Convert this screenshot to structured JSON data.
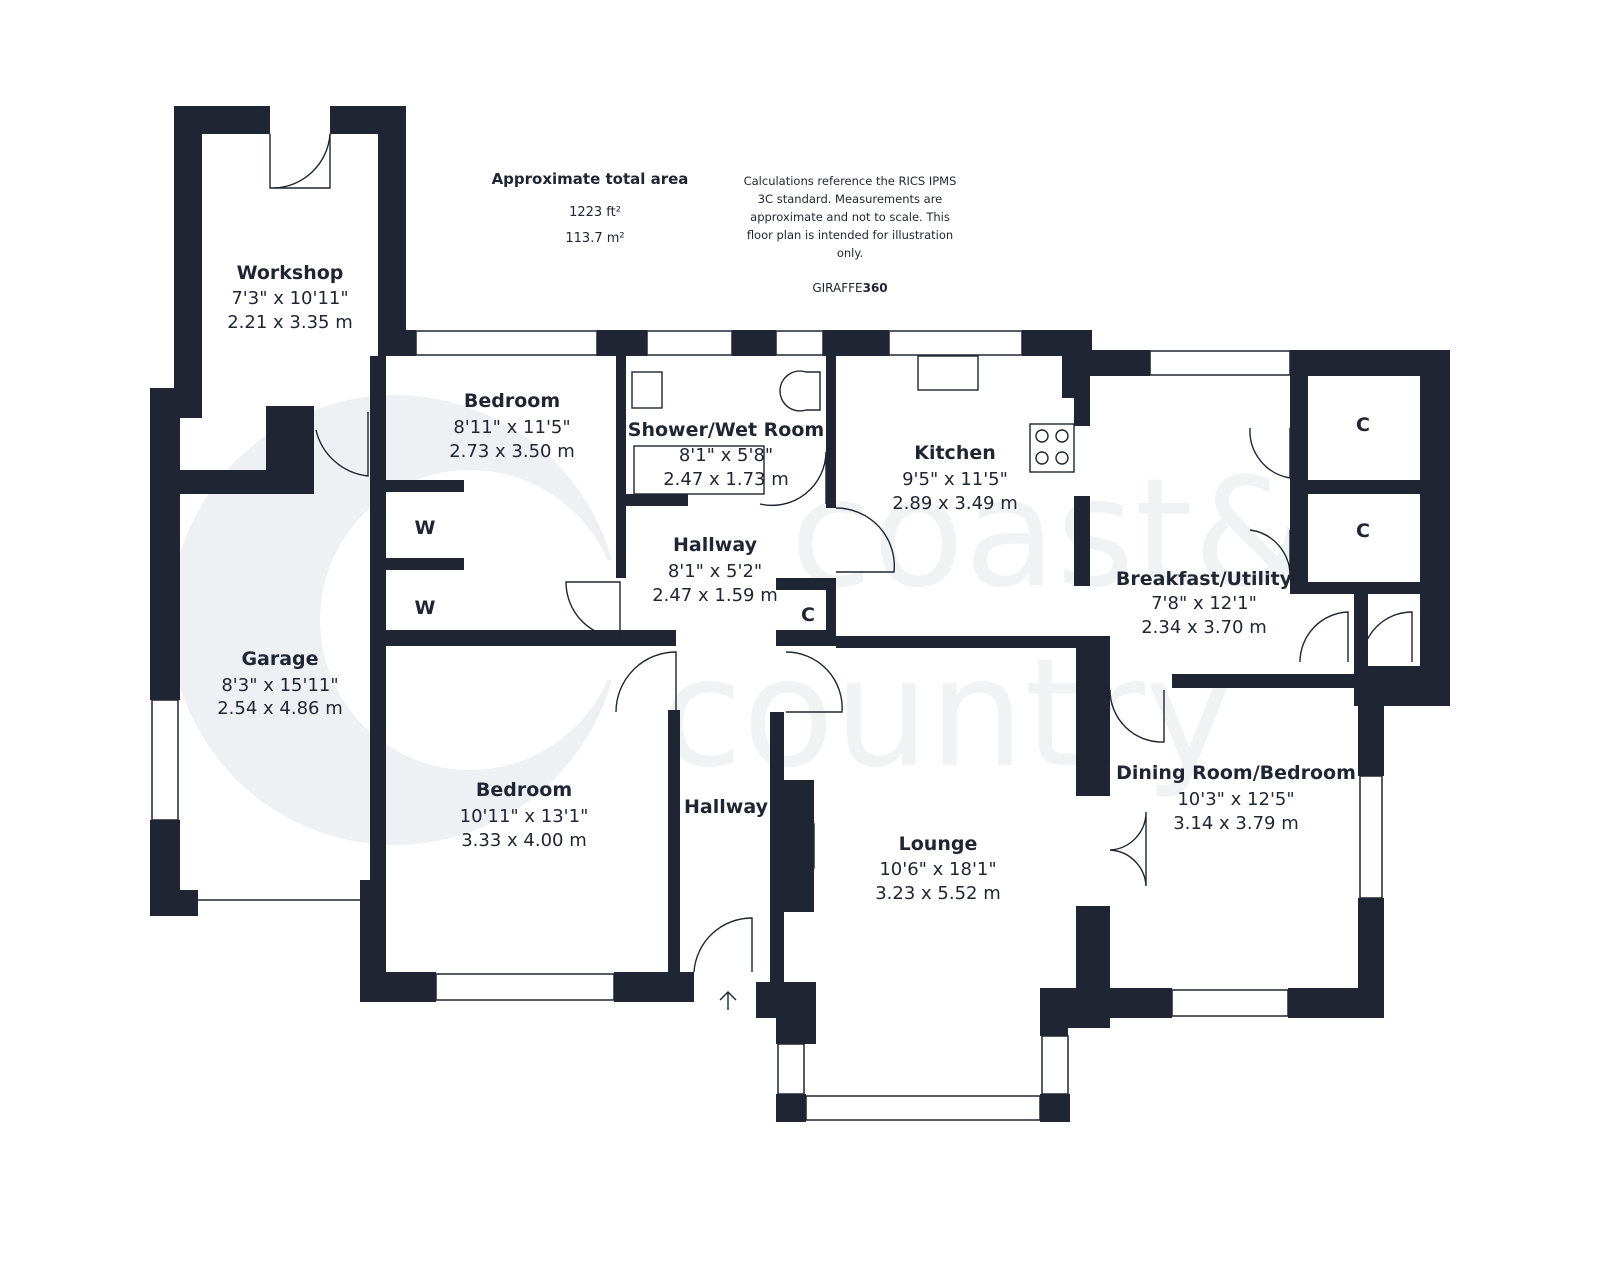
{
  "area": {
    "title": "Approximate total area",
    "sqft": "1223 ft²",
    "sqm": "113.7 m²"
  },
  "disclaimer": [
    "Calculations reference the RICS IPMS",
    "3C standard. Measurements are",
    "approximate and not to scale. This",
    "floor plan is intended for illustration",
    "only."
  ],
  "brand": {
    "name": "GIRAFFE",
    "number": "360"
  },
  "watermark": {
    "line1": "coast&",
    "line2": "country"
  },
  "rooms": {
    "workshop": {
      "name": "Workshop",
      "imperial": "7'3\" x 10'11\"",
      "metric": "2.21 x 3.35 m"
    },
    "garage": {
      "name": "Garage",
      "imperial": "8'3\" x 15'11\"",
      "metric": "2.54 x 4.86 m"
    },
    "bedroom1": {
      "name": "Bedroom",
      "imperial": "8'11\" x 11'5\"",
      "metric": "2.73 x 3.50 m"
    },
    "shower": {
      "name": "Shower/Wet Room",
      "imperial": "8'1\" x 5'8\"",
      "metric": "2.47 x 1.73 m"
    },
    "kitchen": {
      "name": "Kitchen",
      "imperial": "9'5\" x 11'5\"",
      "metric": "2.89 x 3.49 m"
    },
    "hallway1": {
      "name": "Hallway",
      "imperial": "8'1\" x 5'2\"",
      "metric": "2.47 x 1.59 m"
    },
    "breakfast": {
      "name": "Breakfast/Utility",
      "imperial": "7'8\" x 12'1\"",
      "metric": "2.34 x 3.70 m"
    },
    "bedroom2": {
      "name": "Bedroom",
      "imperial": "10'11\" x 13'1\"",
      "metric": "3.33 x 4.00 m"
    },
    "hallway2": {
      "name": "Hallway"
    },
    "lounge": {
      "name": "Lounge",
      "imperial": "10'6\" x 18'1\"",
      "metric": "3.23 x 5.52 m"
    },
    "dining": {
      "name": "Dining Room/Bedroom",
      "imperial": "10'3\" x 12'5\"",
      "metric": "3.14 x 3.79 m"
    }
  },
  "cupboards": {
    "wardrobe1": "W",
    "wardrobe2": "W",
    "cupboard_hall": "C",
    "cupboard1": "C",
    "cupboard2": "C"
  }
}
